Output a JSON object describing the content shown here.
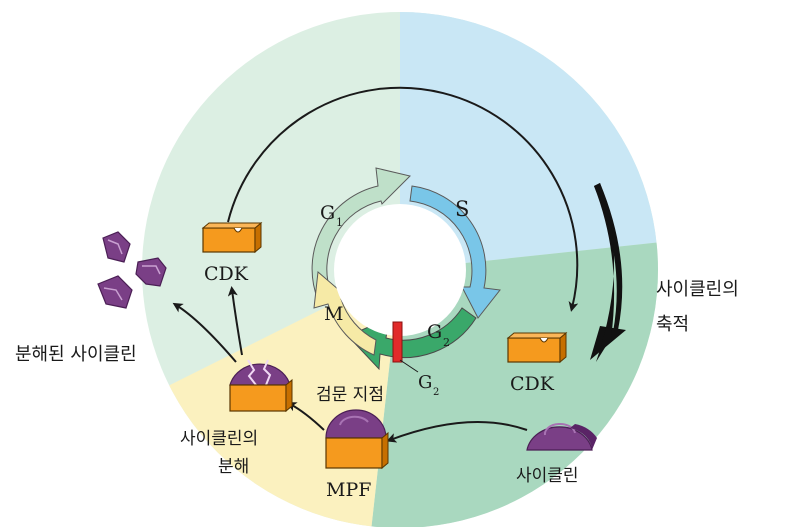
{
  "phases": {
    "g1": "G",
    "g1_sub": "1",
    "s": "S",
    "g2": "G",
    "g2_sub": "2",
    "m": "M"
  },
  "labels": {
    "cdk_left": "CDK",
    "cdk_right": "CDK",
    "mpf": "MPF",
    "cyclin": "사이클린",
    "cyclin_accum_line1": "사이클린의",
    "cyclin_accum_line2": "축적",
    "cyclin_degrade_line1": "사이클린의",
    "cyclin_degrade_line2": "분해",
    "degraded_cyclin": "분해된 사이클린",
    "checkpoint": "검문 지점",
    "checkpoint_g": "G",
    "checkpoint_sub": "2"
  },
  "colors": {
    "bg_blue": "#c9e7f5",
    "bg_green": "#a9d8bf",
    "bg_light_green": "#dcefe3",
    "bg_yellow": "#fbf1bf",
    "g1_arrow": "#bfe0c9",
    "s_arrow": "#79c6e8",
    "g2_arrow": "#3aa86a",
    "m_arrow": "#f6eaa6",
    "cdk_orange": "#f59a1e",
    "cyclin_purple": "#7a3f86",
    "checkpoint_red": "#e12a2a"
  }
}
